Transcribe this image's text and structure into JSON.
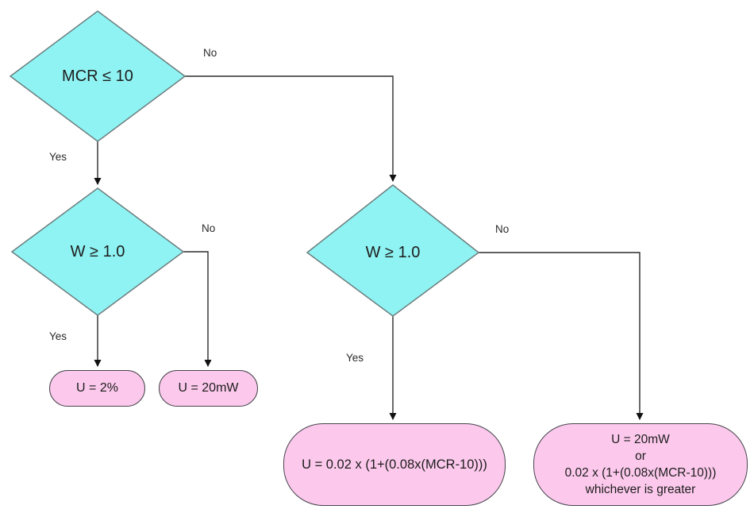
{
  "colors": {
    "background": "#ffffff",
    "decision_fill": "#90f3f3",
    "decision_border": "#6b7d7e",
    "result_fill": "#fcc9ec",
    "result_border": "#45454d",
    "connector_line": "#2b2b2b",
    "text": "#1c1c1c"
  },
  "labels": {
    "yes": "Yes",
    "no": "No"
  },
  "decisions": {
    "mcr": {
      "label": "MCR ≤ 10"
    },
    "w_left": {
      "label": "W ≥ 1.0"
    },
    "w_right": {
      "label": "W ≥ 1.0"
    }
  },
  "results": {
    "u_2pct": {
      "label": "U = 2%"
    },
    "u_20mw": {
      "label": "U = 20mW"
    },
    "u_formula": {
      "label": "U = 0.02 x (1+(0.08x(MCR-10)))"
    },
    "u_greater": {
      "lines": [
        "U = 20mW",
        "or",
        "0.02 x (1+(0.08x(MCR-10)))",
        "whichever is greater"
      ]
    }
  }
}
